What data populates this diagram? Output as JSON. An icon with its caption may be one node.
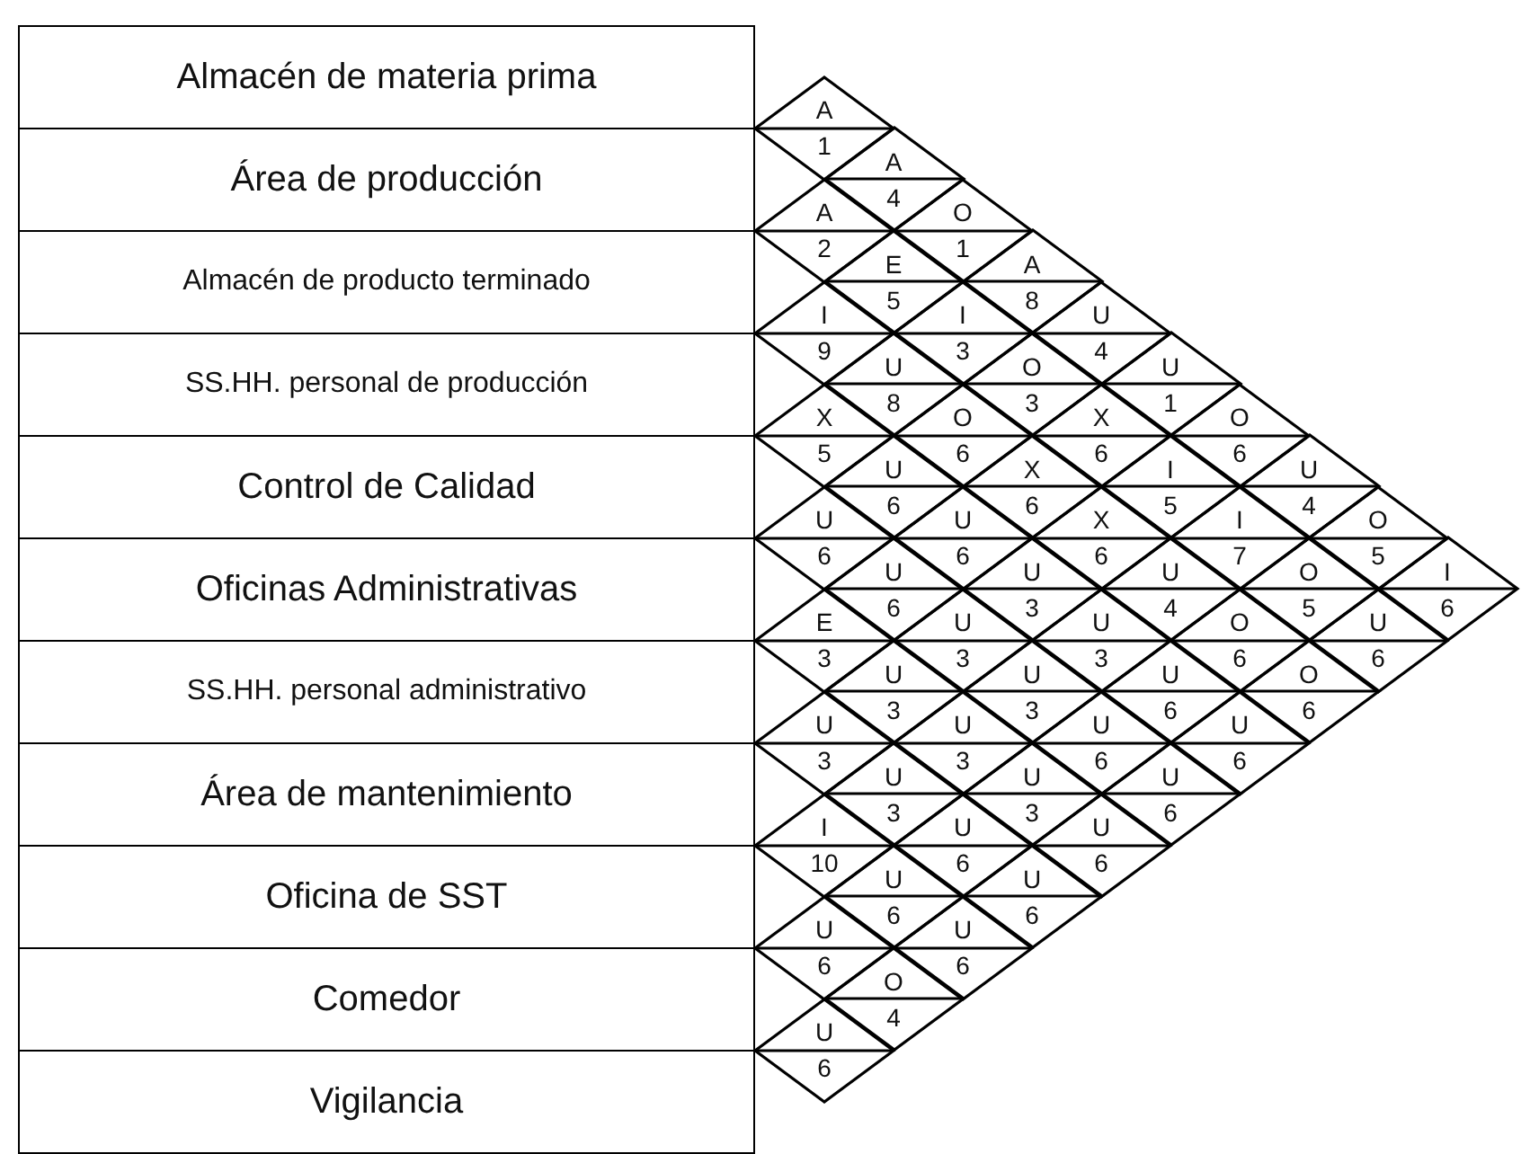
{
  "diagram": {
    "nodes": [
      {
        "text": [
          "Almacén de materia prima"
        ]
      },
      {
        "text": [
          "Área de producción"
        ]
      },
      {
        "text": [
          "Almacén de producto terminado"
        ]
      },
      {
        "text": [
          "SS.HH. personal de producción"
        ]
      },
      {
        "text": [
          "Control de Calidad"
        ]
      },
      {
        "text": [
          "Oficinas Administrativas"
        ]
      },
      {
        "text": [
          "SS.HH. personal administrativo"
        ]
      },
      {
        "text": [
          "Área de mantenimiento"
        ]
      },
      {
        "text": [
          "Oficina de SST"
        ]
      },
      {
        "text": [
          "Comedor"
        ]
      },
      {
        "text": [
          "Vigilancia"
        ]
      },
      {
        "text": [
          "A",
          "1"
        ]
      },
      {
        "text": [
          "A",
          "4"
        ]
      },
      {
        "text": [
          "O",
          "1"
        ]
      },
      {
        "text": [
          "A",
          "8"
        ]
      },
      {
        "text": [
          "U",
          "4"
        ]
      },
      {
        "text": [
          "U",
          "1"
        ]
      },
      {
        "text": [
          "O",
          "6"
        ]
      },
      {
        "text": [
          "U",
          "4"
        ]
      },
      {
        "text": [
          "O",
          "5"
        ]
      },
      {
        "text": [
          "I",
          "6"
        ]
      },
      {
        "text": [
          "A",
          "2"
        ]
      },
      {
        "text": [
          "E",
          "5"
        ]
      },
      {
        "text": [
          "I",
          "3"
        ]
      },
      {
        "text": [
          "O",
          "3"
        ]
      },
      {
        "text": [
          "X",
          "6"
        ]
      },
      {
        "text": [
          "I",
          "5"
        ]
      },
      {
        "text": [
          "I",
          "7"
        ]
      },
      {
        "text": [
          "O",
          "5"
        ]
      },
      {
        "text": [
          "U",
          "6"
        ]
      },
      {
        "text": [
          "I",
          "9"
        ]
      },
      {
        "text": [
          "U",
          "8"
        ]
      },
      {
        "text": [
          "O",
          "6"
        ]
      },
      {
        "text": [
          "X",
          "6"
        ]
      },
      {
        "text": [
          "X",
          "6"
        ]
      },
      {
        "text": [
          "U",
          "4"
        ]
      },
      {
        "text": [
          "O",
          "6"
        ]
      },
      {
        "text": [
          "O",
          "6"
        ]
      },
      {
        "text": [
          "X",
          "5"
        ]
      },
      {
        "text": [
          "U",
          "6"
        ]
      },
      {
        "text": [
          "U",
          "6"
        ]
      },
      {
        "text": [
          "U",
          "3"
        ]
      },
      {
        "text": [
          "U",
          "3"
        ]
      },
      {
        "text": [
          "U",
          "6"
        ]
      },
      {
        "text": [
          "U",
          "6"
        ]
      },
      {
        "text": [
          "U",
          "6"
        ]
      },
      {
        "text": [
          "U",
          "6"
        ]
      },
      {
        "text": [
          "U",
          "3"
        ]
      },
      {
        "text": [
          "U",
          "3"
        ]
      },
      {
        "text": [
          "U",
          "6"
        ]
      },
      {
        "text": [
          "U",
          "6"
        ]
      },
      {
        "text": [
          "E",
          "3"
        ]
      },
      {
        "text": [
          "U",
          "3"
        ]
      },
      {
        "text": [
          "U",
          "3"
        ]
      },
      {
        "text": [
          "U",
          "3"
        ]
      },
      {
        "text": [
          "U",
          "6"
        ]
      },
      {
        "text": [
          "U",
          "3"
        ]
      },
      {
        "text": [
          "U",
          "3"
        ]
      },
      {
        "text": [
          "U",
          "6"
        ]
      },
      {
        "text": [
          "U",
          "6"
        ]
      },
      {
        "text": [
          "I",
          "10"
        ]
      },
      {
        "text": [
          "U",
          "6"
        ]
      },
      {
        "text": [
          "U",
          "6"
        ]
      },
      {
        "text": [
          "U",
          "6"
        ]
      },
      {
        "text": [
          "O",
          "4"
        ]
      },
      {
        "text": [
          "U",
          "6"
        ]
      }
    ]
  }
}
